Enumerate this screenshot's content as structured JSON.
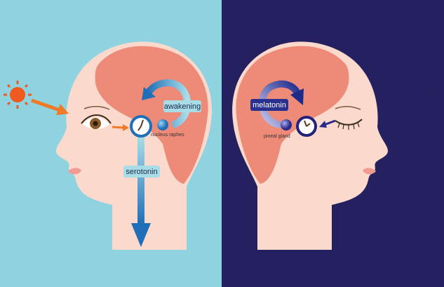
{
  "day": {
    "labels": {
      "awakening": "awakening",
      "nucleus": "nucleus raphes",
      "serotonin": "serotonin"
    },
    "colors": {
      "background": "#8fd3e0",
      "sun": "#f05a1e",
      "arrow": "#2a78c0"
    }
  },
  "night": {
    "labels": {
      "melatonin": "melatonin",
      "pineal": "pineal gland"
    },
    "colors": {
      "background": "#252060",
      "moon": "#ffe000",
      "arrow": "#2a2a8a"
    }
  },
  "colors": {
    "skin": "#fbd9cc",
    "brain": "#ee8a78"
  }
}
